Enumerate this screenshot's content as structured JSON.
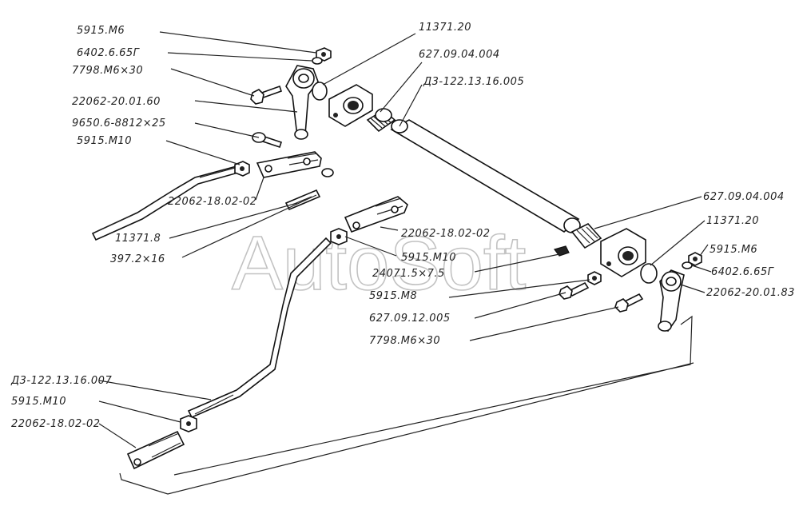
{
  "watermark": "AutoSoft",
  "labels": {
    "l01": "5915.M6",
    "l02": "6402.6.65Г",
    "l03": "7798.M6×30",
    "l04": "22062-20.01.60",
    "l05": "9650.6-8812×25",
    "l06": "5915.M10",
    "l07": "22062-18.02-02",
    "l08": "11371.8",
    "l09": "397.2×16",
    "l10": "11371.20",
    "l11": "627.09.04.004",
    "l12": "Д3-122.13.16.005",
    "l13": "627.09.04.004",
    "l14": "11371.20",
    "l15": "5915.M6",
    "l16": "6402.6.65Г",
    "l17": "22062-20.01.83",
    "l18": "22062-18.02-02",
    "l19": "5915.M10",
    "l20": "24071.5×7.5",
    "l21": "5915.M8",
    "l22": "627.09.12.005",
    "l23": "7798.M6×30",
    "l24": "Д3-122.13.16.007",
    "l25": "5915.M10",
    "l26": "22062-18.02-02"
  }
}
